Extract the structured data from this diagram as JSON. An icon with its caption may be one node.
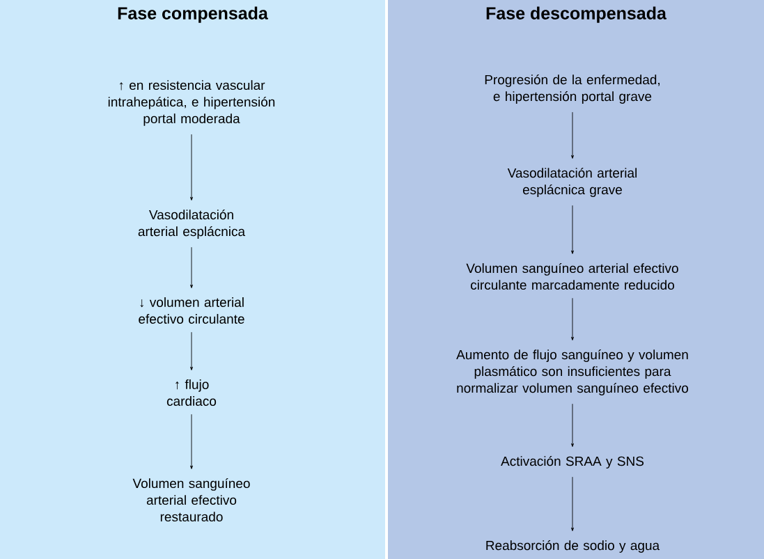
{
  "diagram": {
    "nodes": [
      {
        "text": [
          "Fase compensada"
        ]
      },
      {
        "text": [
          "Fase descompensada"
        ]
      },
      {
        "text": [
          "↑ en resistencia vascular intrahepática, e hipertensión portal moderada"
        ],
        "in": 0
      },
      {
        "text": [
          "Vasodilatación arterial esplácnica"
        ],
        "in": 0
      },
      {
        "text": [
          "↓ volumen arterial efectivo circulante"
        ],
        "in": 0
      },
      {
        "text": [
          "↑ flujo cardiaco"
        ],
        "in": 0
      },
      {
        "text": [
          "Volumen sanguíneo arterial efectivo restaurado"
        ],
        "in": 0
      },
      {
        "text": [
          "Progresión de la enfermedad, e hipertensión portal grave"
        ],
        "in": 1
      },
      {
        "text": [
          "Vasodilatación arterial esplácnica grave"
        ],
        "in": 1
      },
      {
        "text": [
          "Volumen sanguíneo arterial efectivo circulante marcadamente reducido"
        ],
        "in": 1
      },
      {
        "text": [
          "Aumento de flujo sanguíneo y volumen plasmático son insuficientes para normalizar volumen sanguíneo efectivo"
        ],
        "in": 1
      },
      {
        "text": [
          "Activación SRAA y SNS"
        ],
        "in": 1
      },
      {
        "text": [
          "Reabsorción de sodio y agua"
        ],
        "in": 1
      }
    ],
    "edges": [
      {
        "from": 2,
        "to": 3,
        "arrow": "to"
      },
      {
        "from": 3,
        "to": 4,
        "arrow": "to"
      },
      {
        "from": 4,
        "to": 5,
        "arrow": "to"
      },
      {
        "from": 5,
        "to": 6,
        "arrow": "to"
      },
      {
        "from": 7,
        "to": 8,
        "arrow": "to"
      },
      {
        "from": 8,
        "to": 9,
        "arrow": "to"
      },
      {
        "from": 9,
        "to": 10,
        "arrow": "to"
      },
      {
        "from": 10,
        "to": 11,
        "arrow": "to"
      },
      {
        "from": 11,
        "to": 12,
        "arrow": "to"
      }
    ]
  }
}
